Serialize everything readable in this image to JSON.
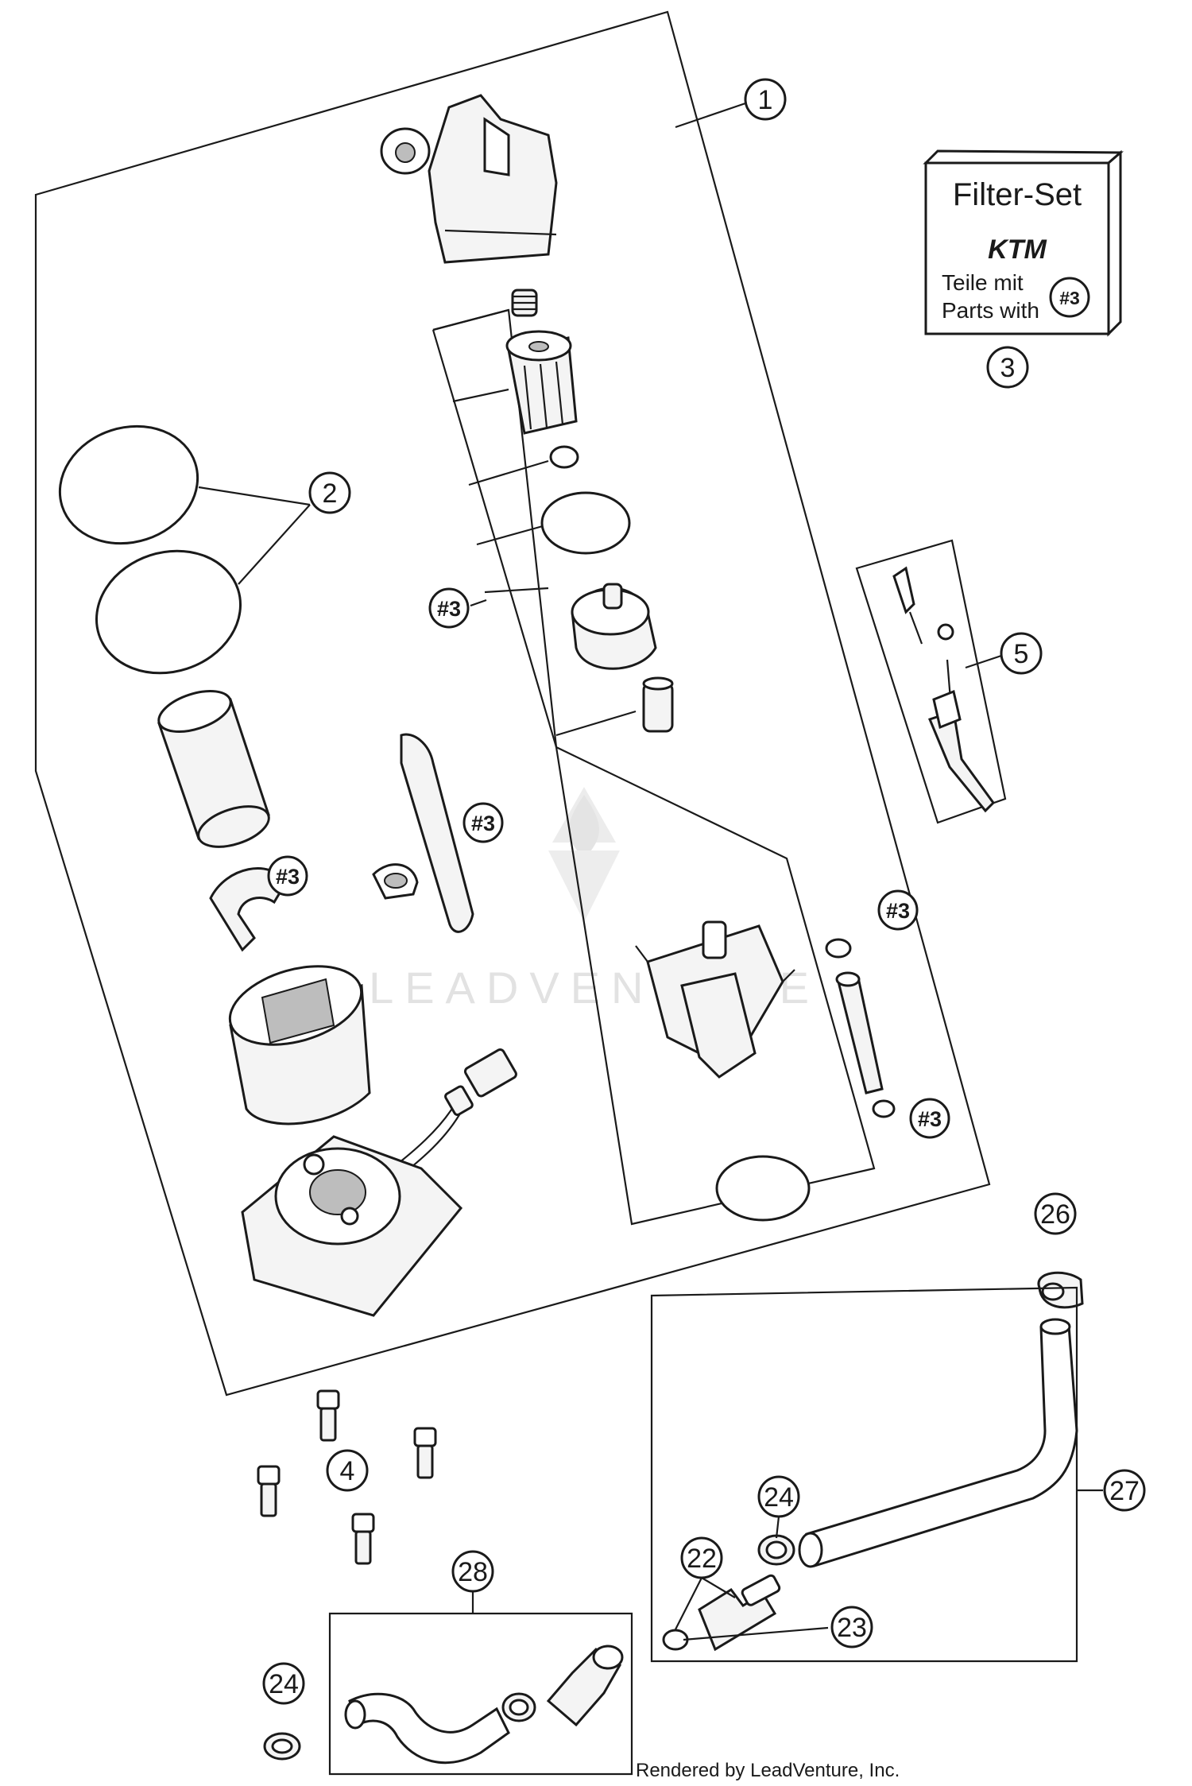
{
  "callouts": {
    "c1": "1",
    "c2": "2",
    "c3": "3",
    "c4": "4",
    "c5": "5",
    "c22": "22",
    "c23": "23",
    "c24a": "24",
    "c24b": "24",
    "c26": "26",
    "c27": "27",
    "c28": "28",
    "ref_a": "#3",
    "ref_b": "#3",
    "ref_c": "#3",
    "ref_d": "#3",
    "ref_e": "#3",
    "ref_f": "#3"
  },
  "filter_set": {
    "title": "Filter-Set",
    "brand": "KTM",
    "line1": "Teile mit",
    "line2": "Parts with",
    "ref": "#3"
  },
  "watermark": "LEADVENTURE",
  "credit": "Rendered by LeadVenture, Inc."
}
